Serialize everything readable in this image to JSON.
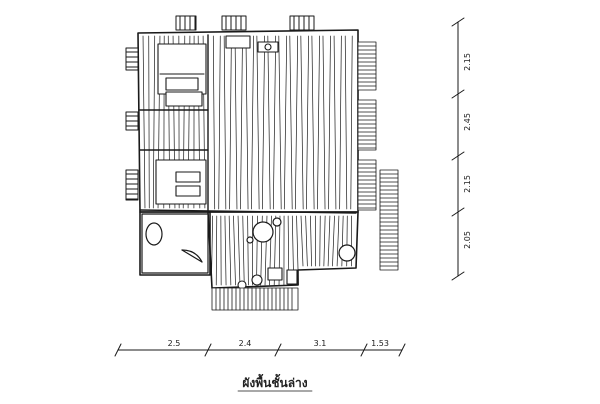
{
  "caption": "ผังพื้นชั้นล่าง",
  "dimensions": {
    "horizontal": [
      "2.5",
      "2.4",
      "3.1",
      "1.53"
    ],
    "vertical": [
      "2.15",
      "2.45",
      "2.15",
      "2.05"
    ]
  },
  "colors": {
    "ink": "#1a1a1a",
    "paper": "#ffffff"
  }
}
